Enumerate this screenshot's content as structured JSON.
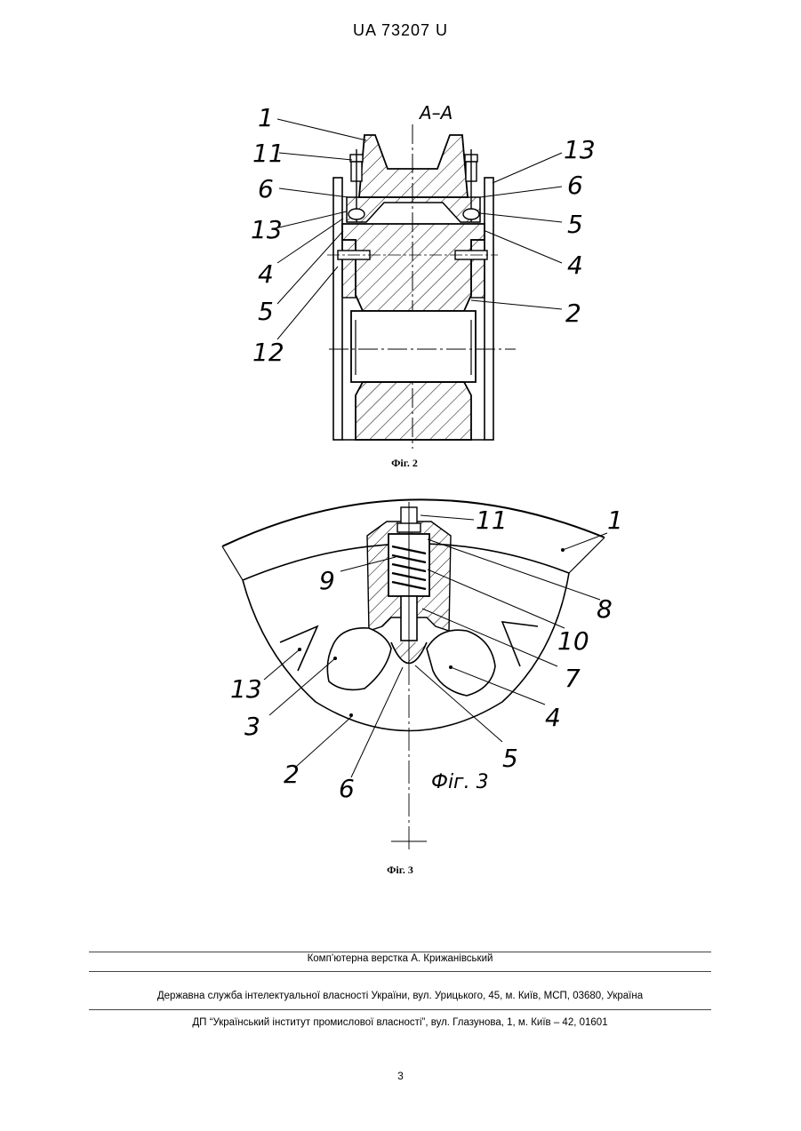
{
  "header": {
    "patent_number": "UA   73207   U"
  },
  "figure2": {
    "section_label": "A–A",
    "caption": "Фіг. 2",
    "labels": {
      "l1": "1",
      "l11": "11",
      "l6_left": "6",
      "l13_left": "13",
      "l4_left": "4",
      "l5_left": "5",
      "l12": "12",
      "l13_right": "13",
      "l6_right": "6",
      "l5_right": "5",
      "l4_right": "4",
      "l2": "2"
    }
  },
  "figure3": {
    "inline_caption": "Фіг. 3",
    "caption": "Фіг. 3",
    "labels": {
      "l11": "11",
      "l1": "1",
      "l9": "9",
      "l8": "8",
      "l10": "10",
      "l7": "7",
      "l13": "13",
      "l3": "3",
      "l4": "4",
      "l2": "2",
      "l5": "5",
      "l6": "6"
    }
  },
  "footer": {
    "layout_credit": "Комп’ютерна верстка А. Крижанівський",
    "agency": "Державна служба інтелектуальної власності України, вул. Урицького, 45, м. Київ, МСП, 03680, Україна",
    "institute": "ДП “Український інститут промислової власності”, вул. Глазунова, 1, м. Київ – 42, 01601"
  },
  "page_number": "3"
}
